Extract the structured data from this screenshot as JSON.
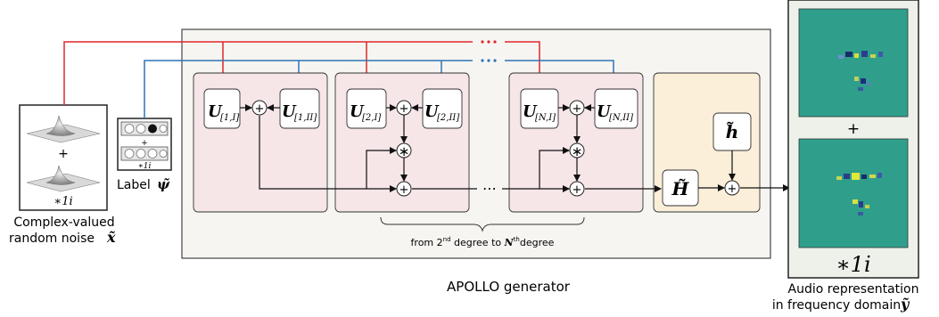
{
  "colors": {
    "red_arrow": "#e0262b",
    "blue_arrow": "#2e74b5",
    "module_fill": "#f7e6e8",
    "output_module_fill": "#fcefd9",
    "generator_fill": "#f6f5f2",
    "audio_fill": "#eef1ea",
    "spectrum_fill": "#2f9f8c"
  },
  "input": {
    "noise_plus": "+",
    "noise_imag": "∗1i",
    "noise_caption_line1": "Complex-valued",
    "noise_caption_line2": "random noise",
    "noise_symbol": "x̃",
    "label_plus": "+",
    "label_imag": "∗1i",
    "label_caption": "Label",
    "label_symbol": "ψ̃"
  },
  "generator": {
    "title": "APOLLO generator",
    "modules": [
      {
        "u1": "U",
        "u1_sub": "[1,I]",
        "u2": "U",
        "u2_sub": "[1,II]"
      },
      {
        "u1": "U",
        "u1_sub": "[2,I]",
        "u2": "U",
        "u2_sub": "[2,II]"
      },
      {
        "u1": "U",
        "u1_sub": "[N,I]",
        "u2": "U",
        "u2_sub": "[N,II]"
      }
    ],
    "ops": {
      "plus": "+",
      "mul": "∗"
    },
    "ellipsis": "⋯",
    "brace_text_from": "from 2",
    "brace_text_nd": "nd",
    "brace_text_mid": " degree to ",
    "brace_text_N": "N",
    "brace_text_th": "th",
    "brace_text_end": "degree",
    "output_H": "H̃",
    "output_h": "h̃"
  },
  "output": {
    "plus": "+",
    "imag": "∗1i",
    "caption_line1": "Audio representation",
    "caption_line2": "in  frequency domain",
    "symbol": "ỹ"
  }
}
